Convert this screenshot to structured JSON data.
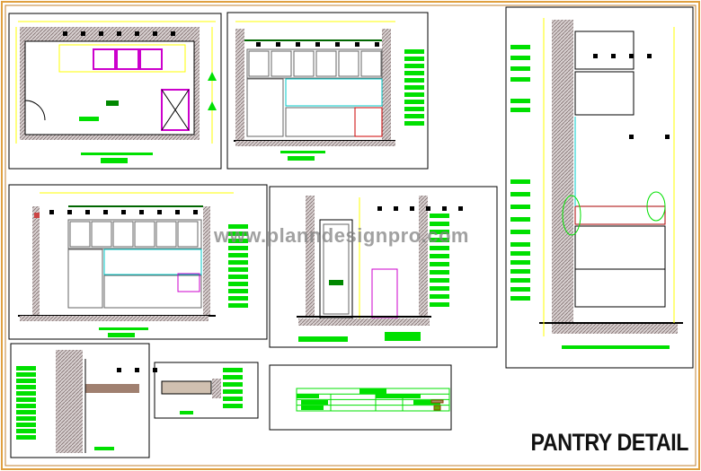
{
  "drawing": {
    "title": "PANTRY DETAIL",
    "watermark": "www.planndesignpro.com"
  },
  "colors": {
    "border": "#e0a040",
    "dimension": "#ffff00",
    "annotation": "#00e000",
    "frame": "#000000",
    "glass": "#00c8c8",
    "highlight": "#cc00cc",
    "hatch": "#a09090"
  },
  "views": [
    "furniture-layout-plan",
    "section-a",
    "section-b",
    "section-c",
    "pantry-section",
    "detail-1",
    "detail-2",
    "schedule-table"
  ]
}
